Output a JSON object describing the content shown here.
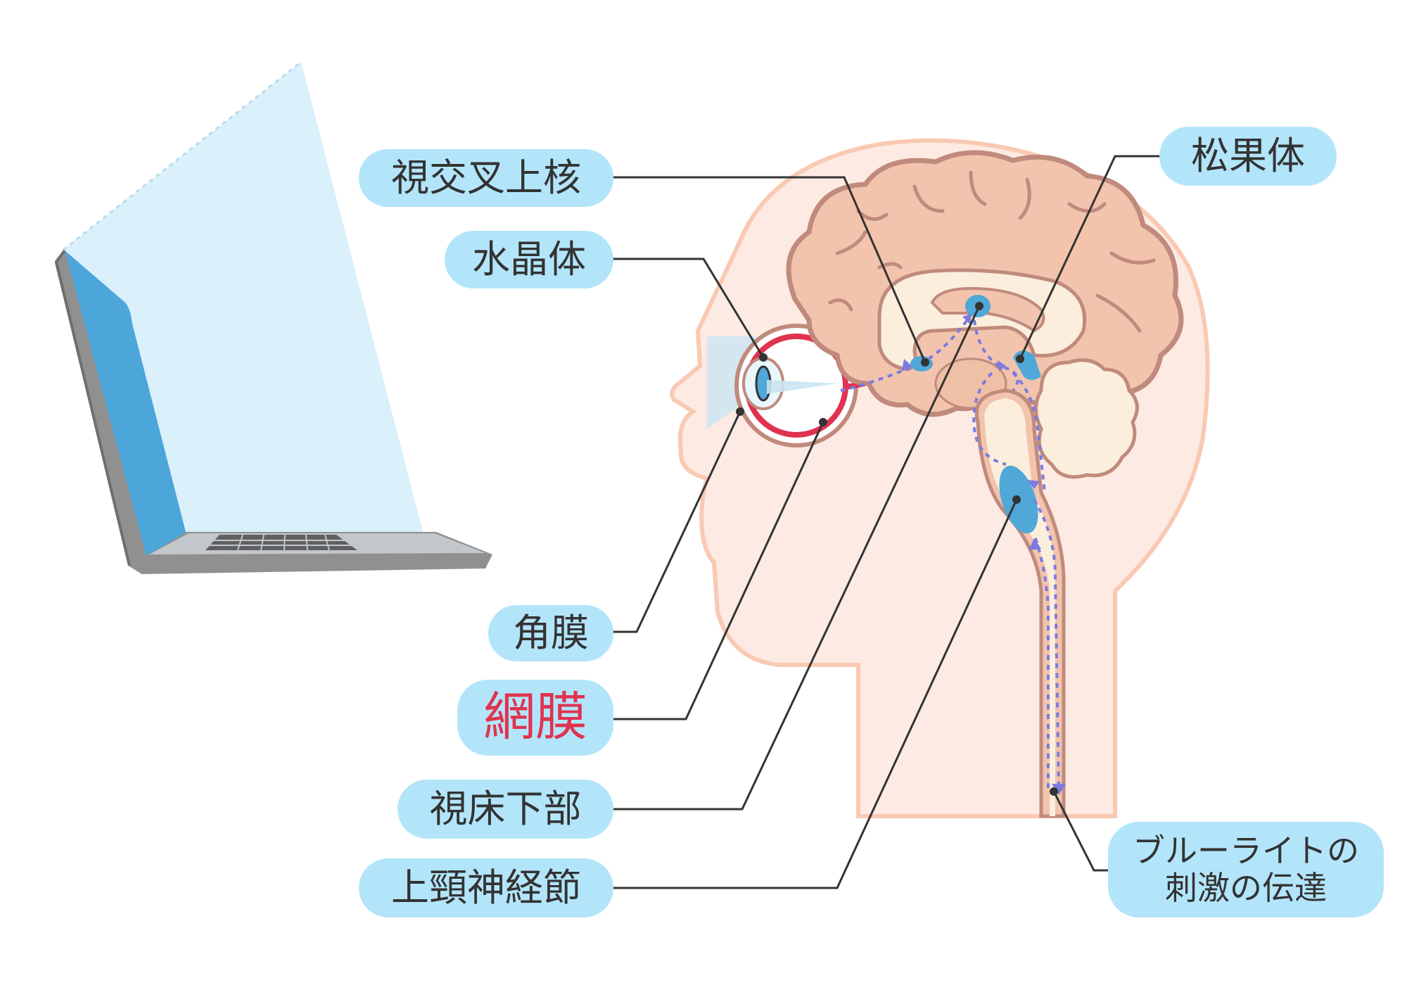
{
  "labels": {
    "scn": "視交叉上核",
    "lens": "水晶体",
    "cornea": "角膜",
    "retina": "網膜",
    "hypothalamus": "視床下部",
    "scg": "上頸神経節",
    "pineal": "松果体",
    "blue_light_line1": "ブルーライトの",
    "blue_light_line2": "刺激の伝達"
  },
  "colors": {
    "label_bg": "#b3e5fa",
    "label_text": "#333333",
    "retina_text": "#e0334f",
    "skin": "#fdeae3",
    "skin_outline": "#f9c9b2",
    "brain": "#f2c4ad",
    "brain_outline": "#c08a7c",
    "inner_brain": "#fbeedc",
    "nucleus": "#4fa8d8",
    "screen": "#4da6da",
    "laptop_body": "#909090",
    "light_beam": "#d6eefb",
    "signal_arrow": "#7b7be0",
    "optic_nerve": "#e0334f"
  },
  "icons": {
    "laptop": "laptop-icon",
    "head": "head-profile"
  }
}
